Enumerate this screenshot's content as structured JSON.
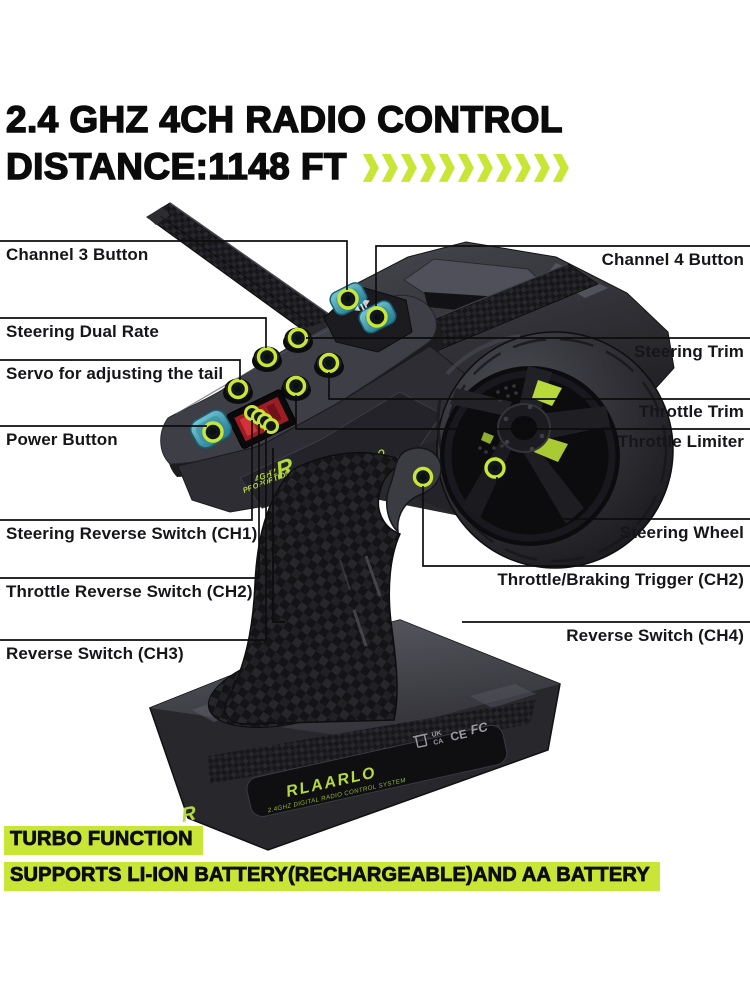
{
  "title": {
    "line1": "2.4 GHZ 4CH RADIO CONTROL",
    "line2": "DISTANCE:1148 FT",
    "chevron_count": 11
  },
  "callouts": {
    "left": [
      "Channel 3 Button",
      "Steering Dual Rate",
      "Servo for adjusting the tail",
      "Power Button",
      "Steering Reverse Switch (CH1)",
      "Throttle Reverse Switch (CH2)",
      "Reverse Switch (CH3)"
    ],
    "right": [
      "Channel 4 Button",
      "Steering Trim",
      "Throttle Trim",
      "Throttle Limiter",
      "Steering Wheel",
      "Throttle/Braking Trigger (CH2)",
      "Reverse Switch (CH4)"
    ]
  },
  "device": {
    "logo_letter": "R",
    "brand": "RLAARLO",
    "side_line1": "4GHZ",
    "side_line2": "PROPORTIONAL",
    "base_brand": "RLAARLO",
    "base_tagline": "2.4GHZ DIGITAL RADIO CONTROL SYSTEM",
    "cert_uk": "UK",
    "cert_ca": "CA",
    "cert_ce": "CE",
    "cert_fcc": "FC"
  },
  "footer": {
    "badge1": "TURBO FUNCTION",
    "badge2": "SUPPORTS LI-ION BATTERY(RECHARGEABLE)AND AA BATTERY"
  },
  "colors": {
    "lime": "#c9e636",
    "accent_green": "#b7d93c",
    "teal": "#4fa9bd",
    "led_red": "#c2262c",
    "label_text": "#16161a"
  }
}
